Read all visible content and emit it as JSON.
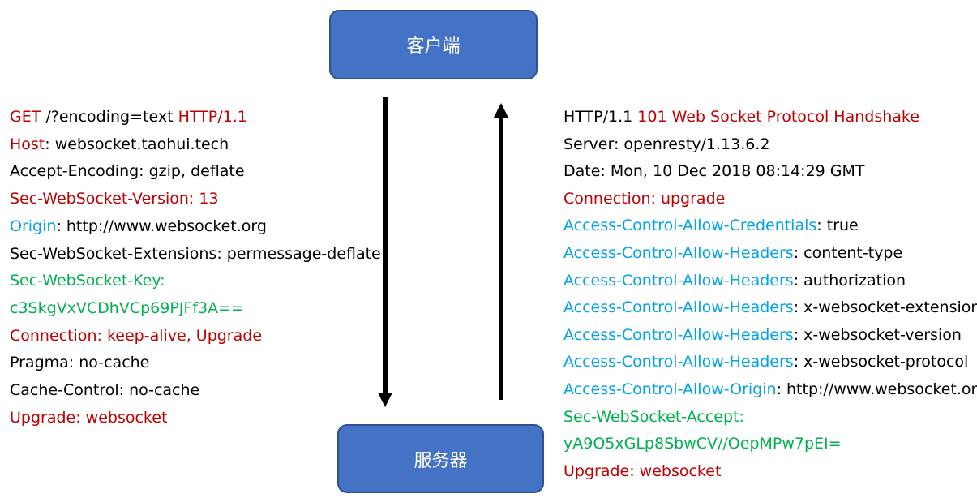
{
  "client_label": "客户端",
  "server_label": "服务器",
  "request": [
    [
      {
        "text": "GET",
        "color": "red"
      },
      {
        "text": " /?encoding=text ",
        "color": "black"
      },
      {
        "text": "HTTP/1.1",
        "color": "red"
      }
    ],
    [
      {
        "text": "Host",
        "color": "red"
      },
      {
        "text": ": websocket.taohui.tech",
        "color": "black"
      }
    ],
    [
      {
        "text": "Accept-Encoding: gzip, deflate",
        "color": "black"
      }
    ],
    [
      {
        "text": "Sec-WebSocket-Version: 13",
        "color": "red"
      }
    ],
    [
      {
        "text": "Origin",
        "color": "blue"
      },
      {
        "text": ": http://www.websocket.org",
        "color": "black"
      }
    ],
    [
      {
        "text": "Sec-WebSocket-Extensions: permessage-deflate",
        "color": "black"
      }
    ],
    [
      {
        "text": "Sec-WebSocket-Key:",
        "color": "green"
      }
    ],
    [
      {
        "text": "c3SkgVxVCDhVCp69PJFf3A==",
        "color": "green"
      }
    ],
    [
      {
        "text": "Connection: keep-alive, Upgrade",
        "color": "red"
      }
    ],
    [
      {
        "text": "Pragma: no-cache",
        "color": "black"
      }
    ],
    [
      {
        "text": "Cache-Control: no-cache",
        "color": "black"
      }
    ],
    [
      {
        "text": "Upgrade: websocket",
        "color": "red"
      }
    ]
  ],
  "response": [
    [
      {
        "text": "HTTP/1.1 ",
        "color": "black"
      },
      {
        "text": "101 Web Socket Protocol Handshake",
        "color": "red"
      }
    ],
    [
      {
        "text": "Server: openresty/1.13.6.2",
        "color": "black"
      }
    ],
    [
      {
        "text": "Date: Mon, 10 Dec 2018 08:14:29 GMT",
        "color": "black"
      }
    ],
    [
      {
        "text": "Connection: upgrade",
        "color": "red"
      }
    ],
    [
      {
        "text": "Access-Control-Allow-Credentials",
        "color": "blue"
      },
      {
        "text": ": true",
        "color": "black"
      }
    ],
    [
      {
        "text": "Access-Control-Allow-Headers",
        "color": "blue"
      },
      {
        "text": ": content-type",
        "color": "black"
      }
    ],
    [
      {
        "text": "Access-Control-Allow-Headers",
        "color": "blue"
      },
      {
        "text": ": authorization",
        "color": "black"
      }
    ],
    [
      {
        "text": "Access-Control-Allow-Headers",
        "color": "blue"
      },
      {
        "text": ": x-websocket-extensions",
        "color": "black"
      }
    ],
    [
      {
        "text": "Access-Control-Allow-Headers",
        "color": "blue"
      },
      {
        "text": ": x-websocket-version",
        "color": "black"
      }
    ],
    [
      {
        "text": "Access-Control-Allow-Headers",
        "color": "blue"
      },
      {
        "text": ": x-websocket-protocol",
        "color": "black"
      }
    ],
    [
      {
        "text": "Access-Control-Allow-Origin",
        "color": "blue"
      },
      {
        "text": ": http://www.websocket.org",
        "color": "black"
      }
    ],
    [
      {
        "text": "Sec-WebSocket-Accept:",
        "color": "green"
      }
    ],
    [
      {
        "text": "yA9O5xGLp8SbwCV//OepMPw7pEI=",
        "color": "green"
      }
    ],
    [
      {
        "text": "Upgrade: websocket",
        "color": "red"
      }
    ]
  ]
}
